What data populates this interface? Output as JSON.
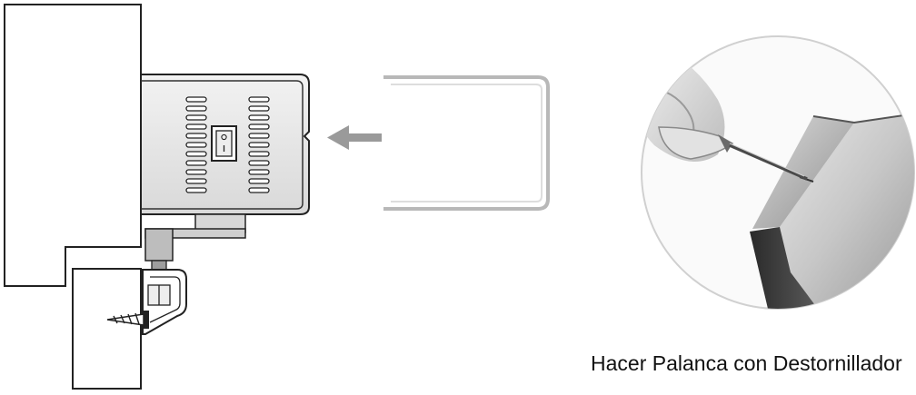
{
  "figure": {
    "caption": "Hacer Palanca con Destornillador",
    "switch_mark": "O\nI",
    "colors": {
      "outline": "#222222",
      "panel_fill": "#ffffff",
      "device_fill": "#e6e6e6",
      "cover_outline": "#b8b8b8",
      "arrow": "#9a9a9a",
      "circle_border": "#d0d0d0"
    },
    "icons": [
      "wall-panel-outline",
      "mounting-bracket",
      "wood-screw",
      "device-body",
      "vent-slots",
      "power-switch",
      "cover-frame",
      "direction-arrow",
      "screwdriver",
      "device-corner"
    ]
  }
}
